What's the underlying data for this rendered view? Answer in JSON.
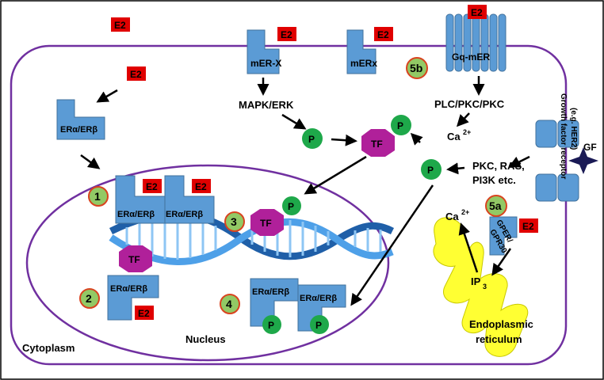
{
  "hormone": {
    "label": "E2"
  },
  "receptors": {
    "nuclear_label": "ERα/ERβ",
    "mer_x": "mER-X",
    "mer_x2": "mERx",
    "gq_mer": "Gq-mER",
    "gper": "GPER/\nGPR30",
    "gf_receptor": "Growth factor receptor\n(e.g. HER2)",
    "gf": "GF"
  },
  "pathways": {
    "mapk": "MAPK/ERK",
    "plc": "PLC/PKC/PKC",
    "ca": "Ca",
    "ca_sup": "2+",
    "pkc_ras_1": "PKC, RAS,",
    "pkc_ras_2": "PI3K etc.",
    "ip3": "IP",
    "ip3_sub": "3"
  },
  "symbols": {
    "tf": "TF",
    "p": "P"
  },
  "steps": [
    "1",
    "2",
    "3",
    "4",
    "5a",
    "5b"
  ],
  "compartments": {
    "cytoplasm": "Cytoplasm",
    "nucleus": "Nucleus",
    "er_1": "Endoplasmic",
    "er_2": "reticulum"
  },
  "colors": {
    "membrane": "#7030a0",
    "receptor": "#5b9bd5",
    "e2_box": "#e00000",
    "tf": "#b0209a",
    "phospho": "#1ea84a",
    "step_fill": "#92c965",
    "step_ring": "#d9431f",
    "er_fill": "#ffff33",
    "dna": "#2f7fd1"
  }
}
